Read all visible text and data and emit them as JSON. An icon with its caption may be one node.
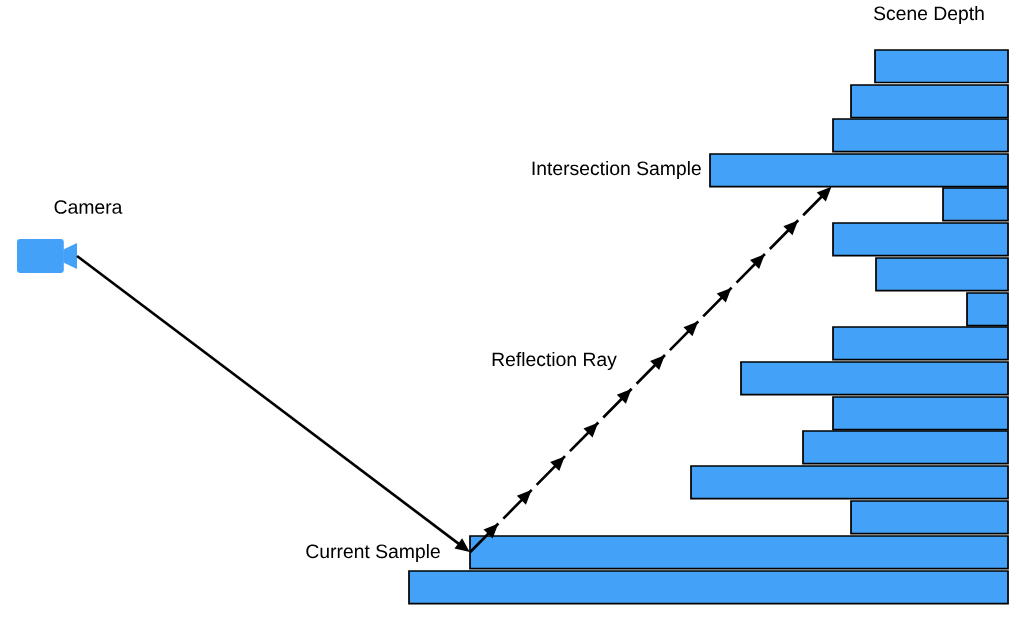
{
  "diagram": {
    "nodes": [
      {
        "text": [],
        "shape": "camera",
        "beside": [
          "Camera"
        ]
      },
      {
        "text": [],
        "shape": "bar"
      },
      {
        "text": [],
        "shape": "bar"
      },
      {
        "text": [],
        "shape": "bar"
      },
      {
        "text": [],
        "shape": "bar",
        "beside": [
          "Intersection Sample"
        ]
      },
      {
        "text": [],
        "shape": "bar"
      },
      {
        "text": [],
        "shape": "bar"
      },
      {
        "text": [],
        "shape": "bar"
      },
      {
        "text": [],
        "shape": "bar"
      },
      {
        "text": [],
        "shape": "bar"
      },
      {
        "text": [],
        "shape": "bar"
      },
      {
        "text": [],
        "shape": "bar"
      },
      {
        "text": [],
        "shape": "bar"
      },
      {
        "text": [],
        "shape": "bar"
      },
      {
        "text": [],
        "shape": "bar"
      },
      {
        "text": [],
        "shape": "bar"
      },
      {
        "text": [],
        "shape": "bar"
      }
    ],
    "edges": [
      {
        "from": 0,
        "to": 15,
        "arrow": "to"
      },
      {
        "from": 15,
        "to": 4,
        "arrow": "to",
        "style": "dashed"
      }
    ],
    "labels": [
      "Scene Depth",
      "Reflection Ray",
      "Current Sample"
    ]
  }
}
